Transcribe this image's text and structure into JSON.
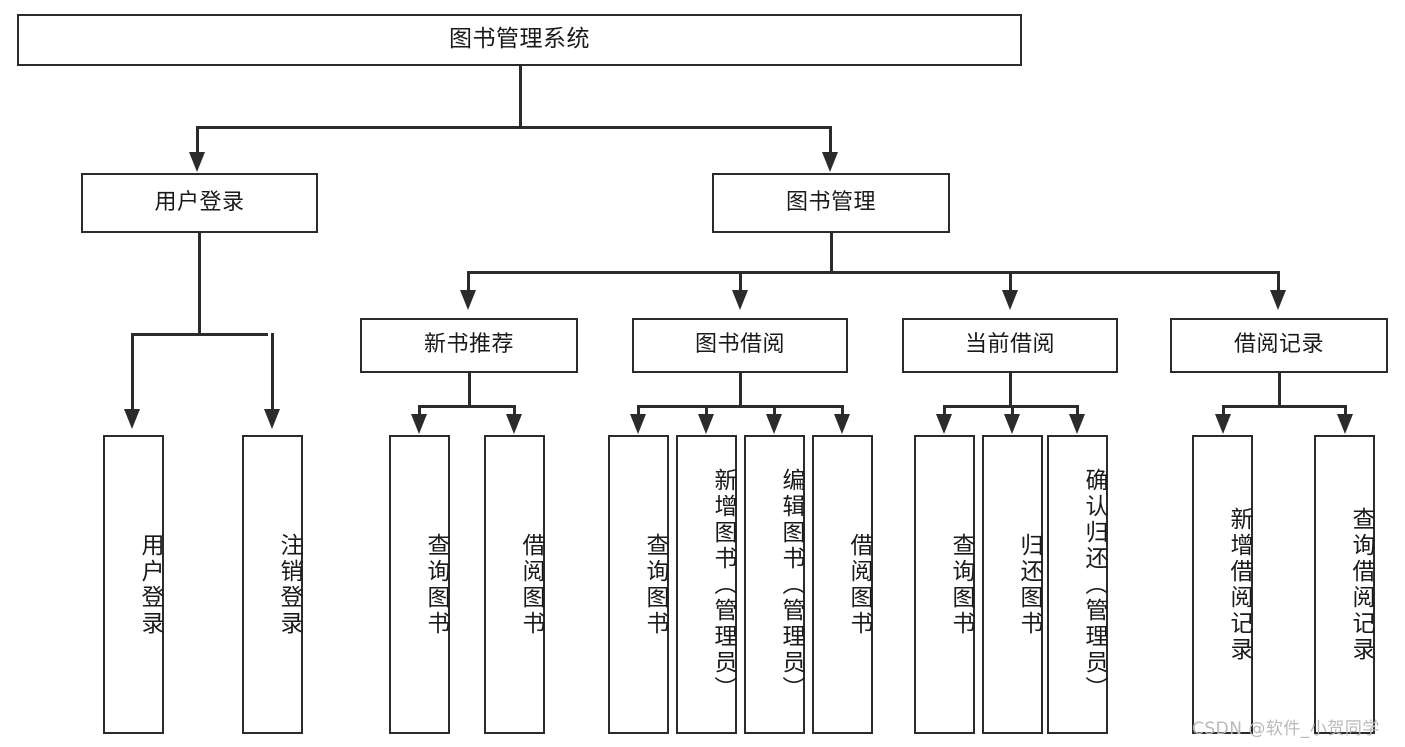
{
  "diagram": {
    "title": "图书管理系统",
    "type": "tree",
    "root": {
      "label": "图书管理系统"
    },
    "level1": [
      {
        "label": "用户登录"
      },
      {
        "label": "图书管理"
      }
    ],
    "level2": [
      {
        "label": "新书推荐",
        "parent": "图书管理"
      },
      {
        "label": "图书借阅",
        "parent": "图书管理"
      },
      {
        "label": "当前借阅",
        "parent": "图书管理"
      },
      {
        "label": "借阅记录",
        "parent": "图书管理"
      }
    ],
    "leaves": {
      "user_login": [
        {
          "label": "用户登录"
        },
        {
          "label": "注销登录"
        }
      ],
      "new_book_recommend": [
        {
          "label": "查询图书"
        },
        {
          "label": "借阅图书"
        }
      ],
      "book_borrow": [
        {
          "label": "查询图书"
        },
        {
          "label": "新增图书（管理员）"
        },
        {
          "label": "编辑图书（管理员）"
        },
        {
          "label": "借阅图书"
        }
      ],
      "current_borrow": [
        {
          "label": "查询图书"
        },
        {
          "label": "归还图书"
        },
        {
          "label": "确认归还（管理员）"
        }
      ],
      "borrow_record": [
        {
          "label": "新增借阅记录"
        },
        {
          "label": "查询借阅记录"
        }
      ]
    }
  },
  "watermark": {
    "text": "CSDN @软件_小贺同学"
  },
  "colors": {
    "stroke": "#2b2b2b",
    "background": "#ffffff",
    "text": "#1a1a1a",
    "watermark": "#b9b9b9"
  }
}
